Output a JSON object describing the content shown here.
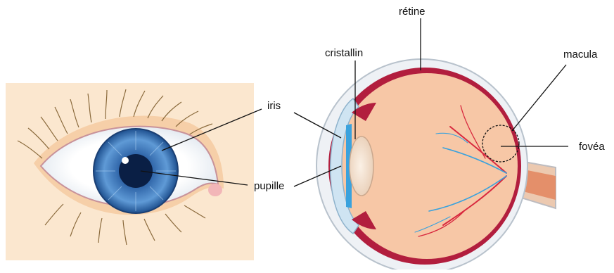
{
  "labels": {
    "iris": "iris",
    "pupille": "pupille",
    "cristallin": "cristallin",
    "retine": "rétine",
    "macula": "macula",
    "fovea": "fovéa"
  },
  "colors": {
    "skin_panel": "#fbe7cf",
    "lashes": "#8a6a3c",
    "iris_blue": "#3f7fc4",
    "pupil": "#0a1f45",
    "sclera": "#ffffff",
    "retina_red": "#b21e3e",
    "eyeball_inside": "#f7c7a6",
    "lens": "#f1dcc8",
    "vessel_red": "#d8283e",
    "vessel_blue": "#3aa2dd",
    "leader_line": "#111111"
  }
}
